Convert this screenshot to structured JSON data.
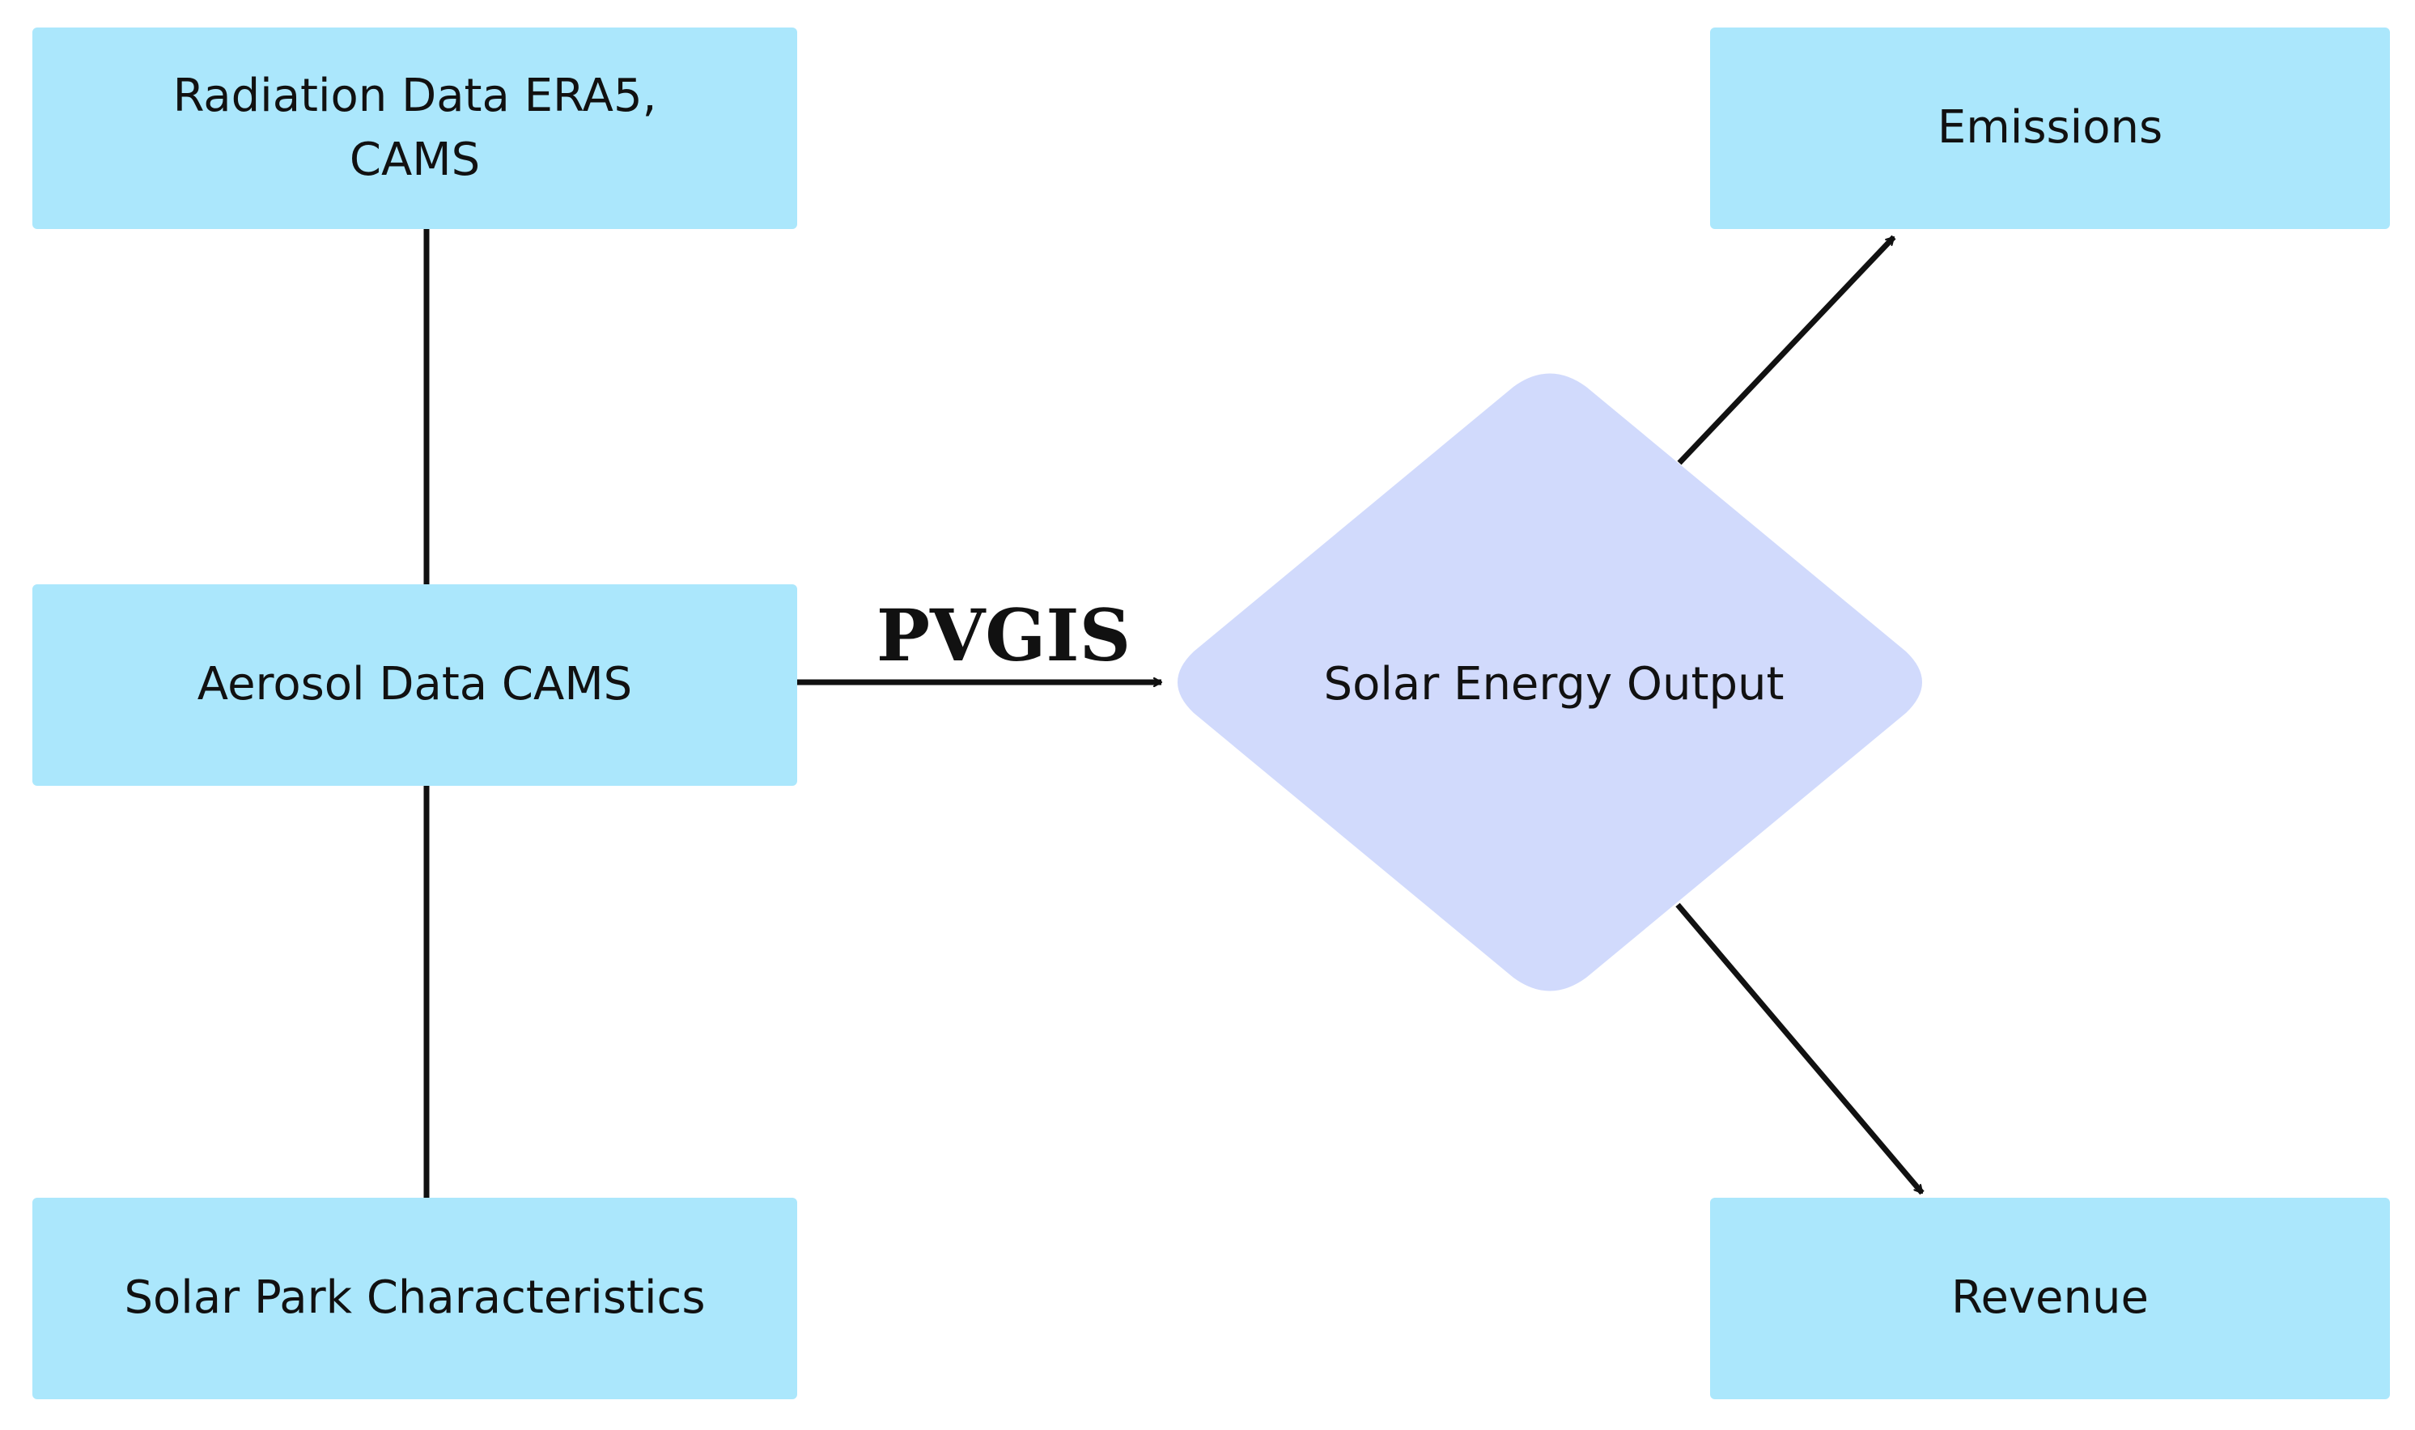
{
  "diagram": {
    "nodes": {
      "radiation": {
        "label_line1": "Radiation Data ERA5,",
        "label_line2": "CAMS"
      },
      "aerosol": {
        "label": "Aerosol Data CAMS"
      },
      "park": {
        "label": "Solar Park Characteristics"
      },
      "output": {
        "label": "Solar Energy Output"
      },
      "emissions": {
        "label": "Emissions"
      },
      "revenue": {
        "label": "Revenue"
      }
    },
    "edges": {
      "aerosol_to_output": {
        "label": "PVGIS"
      }
    },
    "colors": {
      "box_fill": "#abe7fc",
      "diamond_fill": "#d1dafc",
      "line": "#111111"
    }
  }
}
